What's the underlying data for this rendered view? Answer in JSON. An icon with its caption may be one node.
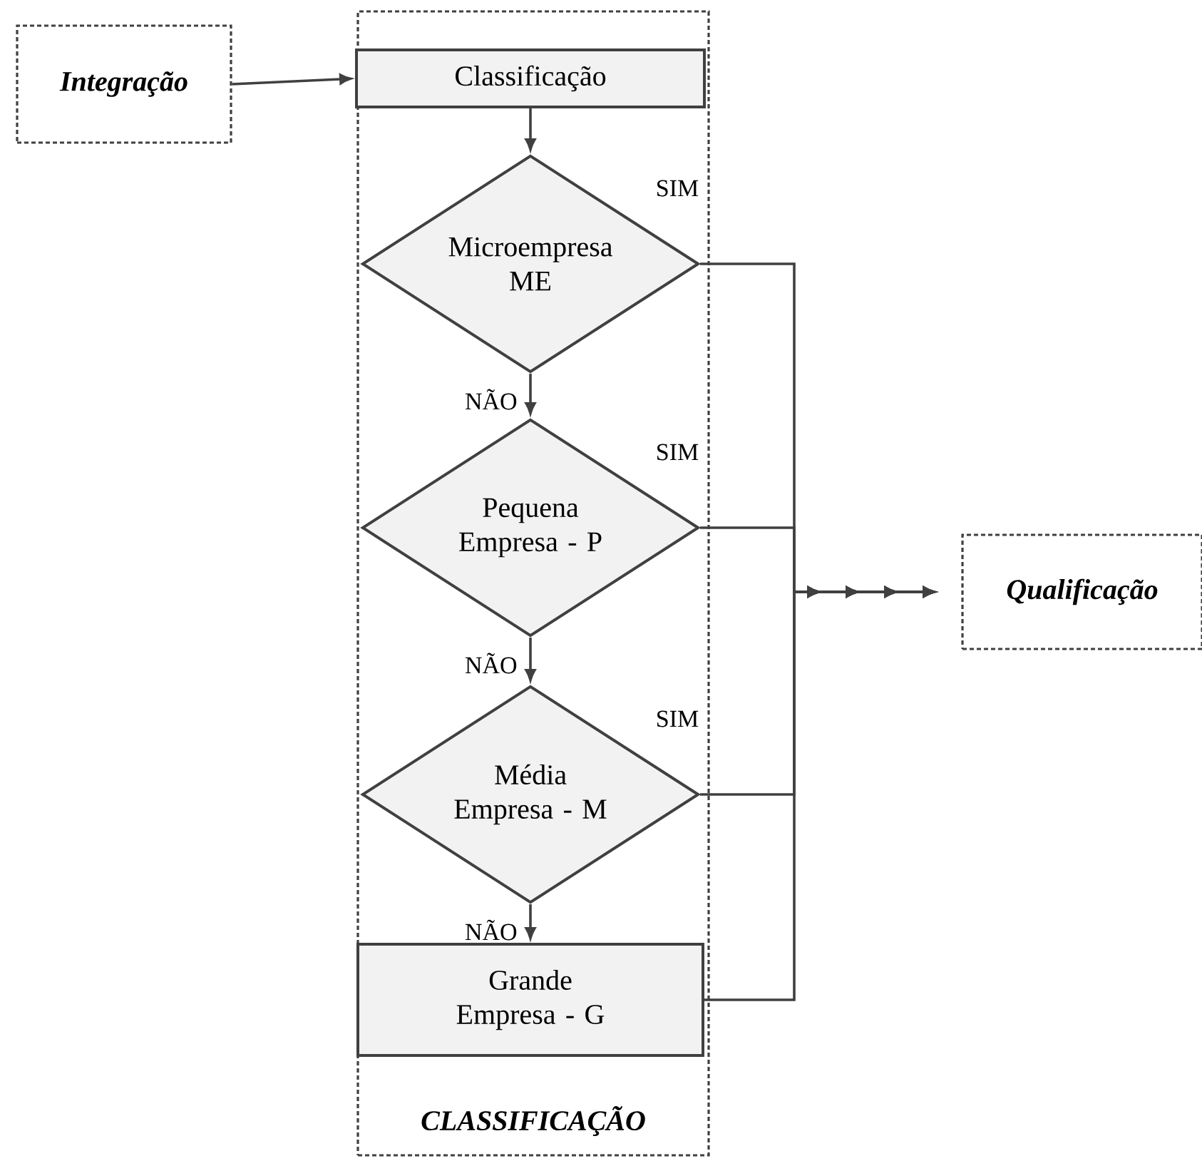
{
  "diagram": {
    "nodes": [
      {
        "text": [
          "Integração"
        ]
      },
      {
        "text": [
          "CLASSIFICAÇÃO"
        ]
      },
      {
        "text": [
          "Classificação"
        ],
        "in": 1
      },
      {
        "text": [
          "Microempresa ME"
        ],
        "in": 1
      },
      {
        "text": [
          "Pequena Empresa - P"
        ],
        "in": 1
      },
      {
        "text": [
          "Média Empresa - M"
        ],
        "in": 1
      },
      {
        "text": [
          "Grande Empresa - G"
        ],
        "in": 1
      },
      {
        "text": [
          "Qualificação"
        ]
      }
    ],
    "edges": [
      {
        "from": 0,
        "to": 2,
        "arrow": "to"
      },
      {
        "from": 2,
        "to": 3,
        "arrow": "to"
      },
      {
        "from": 3,
        "to": 4,
        "arrow": "to",
        "label": "NÃO"
      },
      {
        "from": 4,
        "to": 5,
        "arrow": "to",
        "label": "NÃO"
      },
      {
        "from": 5,
        "to": 6,
        "arrow": "to",
        "label": "NÃO"
      },
      {
        "from": 3,
        "to": 7,
        "arrow": "to",
        "label": "SIM"
      },
      {
        "from": 4,
        "to": 7,
        "arrow": "to",
        "label": "SIM"
      },
      {
        "from": 5,
        "to": 7,
        "arrow": "to",
        "label": "SIM"
      },
      {
        "from": 6,
        "to": 7,
        "arrow": "to"
      }
    ]
  }
}
